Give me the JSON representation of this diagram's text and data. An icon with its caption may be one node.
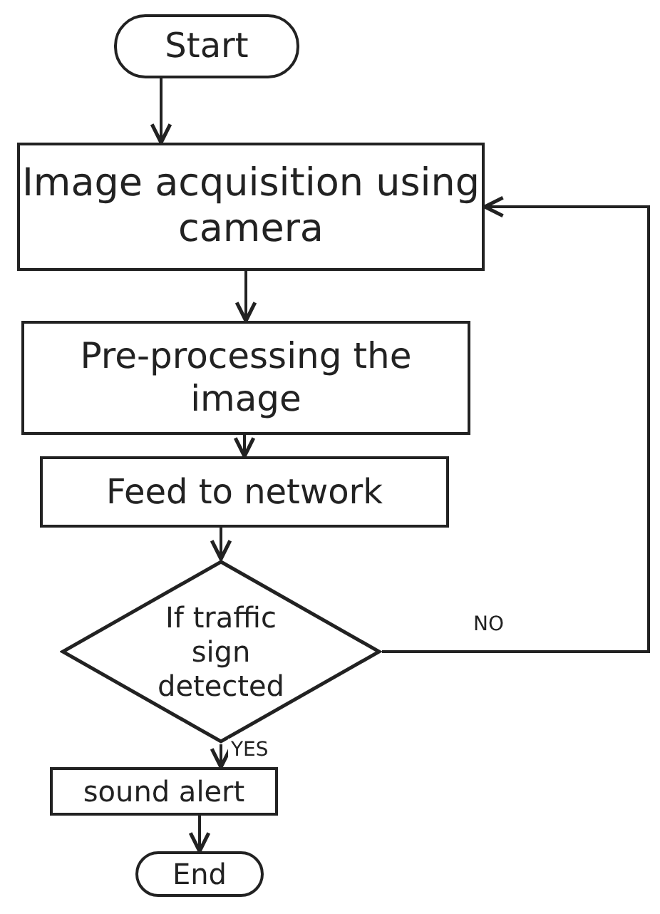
{
  "diagram": {
    "nodes": [
      {
        "text": [
          "Start"
        ]
      },
      {
        "text": [
          "Image acquisition using camera"
        ]
      },
      {
        "text": [
          "Pre-processing the image"
        ]
      },
      {
        "text": [
          "Feed to network"
        ]
      },
      {
        "text": [
          "If traffic sign detected"
        ]
      },
      {
        "text": [
          "sound alert"
        ]
      },
      {
        "text": [
          "End"
        ]
      }
    ],
    "edges": [
      {
        "from": 0,
        "to": 1,
        "arrow": "to"
      },
      {
        "from": 1,
        "to": 2,
        "arrow": "to"
      },
      {
        "from": 2,
        "to": 3,
        "arrow": "to"
      },
      {
        "from": 3,
        "to": 4,
        "arrow": "to"
      },
      {
        "from": 4,
        "to": 5,
        "arrow": "to",
        "label": "YES"
      },
      {
        "from": 5,
        "to": 6,
        "arrow": "to"
      },
      {
        "from": 4,
        "to": 1,
        "arrow": "to",
        "label": "NO"
      }
    ]
  }
}
